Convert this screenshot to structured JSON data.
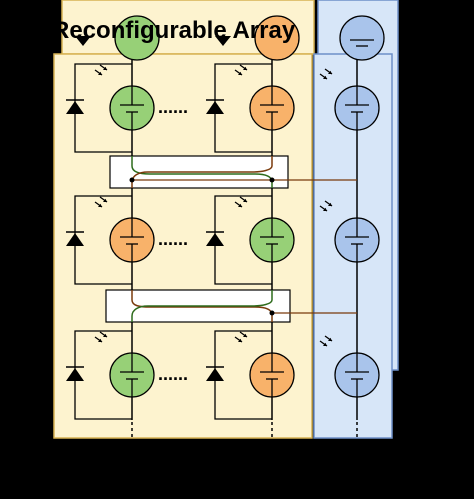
{
  "title": "Reconfigurable Array",
  "colors": {
    "background": "#000000",
    "yellow_panel": "#fdf3cf",
    "blue_panel": "#d7e6f8",
    "panel_border": "#d7b253",
    "blue_border": "#6d8fc7",
    "green_cell": "#97d077",
    "orange_cell": "#f8b26a",
    "blue_cell": "#a9c4eb",
    "brown_wire": "#7a3a0c",
    "green_wire": "#2d6b1b"
  },
  "rows": [
    {
      "cells": [
        "green",
        "orange",
        "blue"
      ]
    },
    {
      "cells": [
        "orange",
        "green",
        "blue"
      ]
    },
    {
      "cells": [
        "green",
        "orange",
        "blue"
      ]
    }
  ],
  "switch_blocks": 2,
  "ellipsis": "......"
}
